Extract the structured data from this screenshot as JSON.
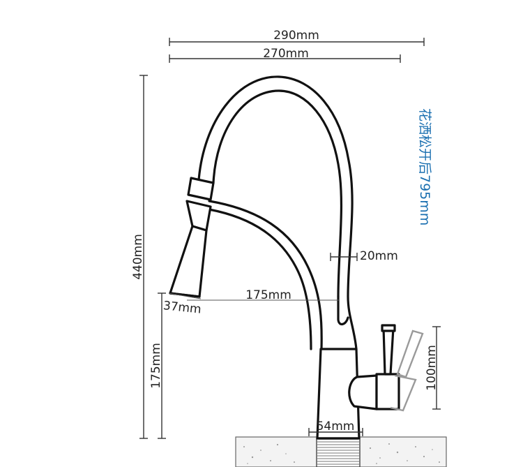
{
  "colors": {
    "line": "#111111",
    "dimension": "#333333",
    "annotation_blue": "#1a6fb0",
    "ghost_handle": "#9a9a9a"
  },
  "dimensions": {
    "width_total": "290mm",
    "width_reach": "270mm",
    "height_total": "440mm",
    "spout_gap": "20mm",
    "spray_reach": "175mm",
    "spray_head_diameter": "37mm",
    "spout_height": "175mm",
    "handle_height": "100mm",
    "base_diameter": "54mm"
  },
  "annotation": {
    "vertical_note": "花洒松开后795mm"
  }
}
